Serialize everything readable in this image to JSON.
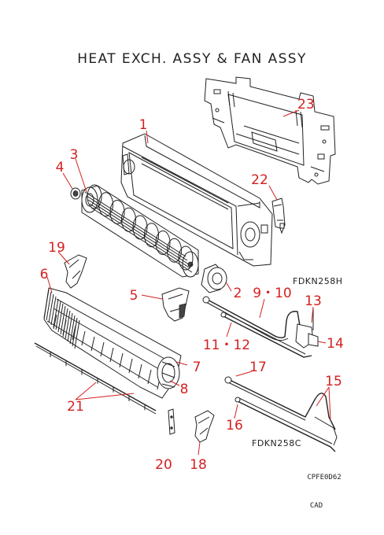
{
  "title": "HEAT EXCH. ASSY & FAN ASSY",
  "callouts": {
    "c1": "1",
    "c2": "2",
    "c3": "3",
    "c4": "4",
    "c5": "5",
    "c6": "6",
    "c7": "7",
    "c8": "8",
    "c9_10": "9・10",
    "c11_12": "11・12",
    "c13": "13",
    "c14": "14",
    "c15": "15",
    "c16": "16",
    "c17": "17",
    "c18": "18",
    "c19": "19",
    "c20": "20",
    "c21": "21",
    "c22": "22",
    "c23": "23"
  },
  "models": {
    "upper": "FDKN258H",
    "lower": "FDKN258C"
  },
  "footer": {
    "code": "CPFE0D62",
    "note": "CAD"
  },
  "colors": {
    "callout": "#d42020",
    "line": "#222222"
  }
}
